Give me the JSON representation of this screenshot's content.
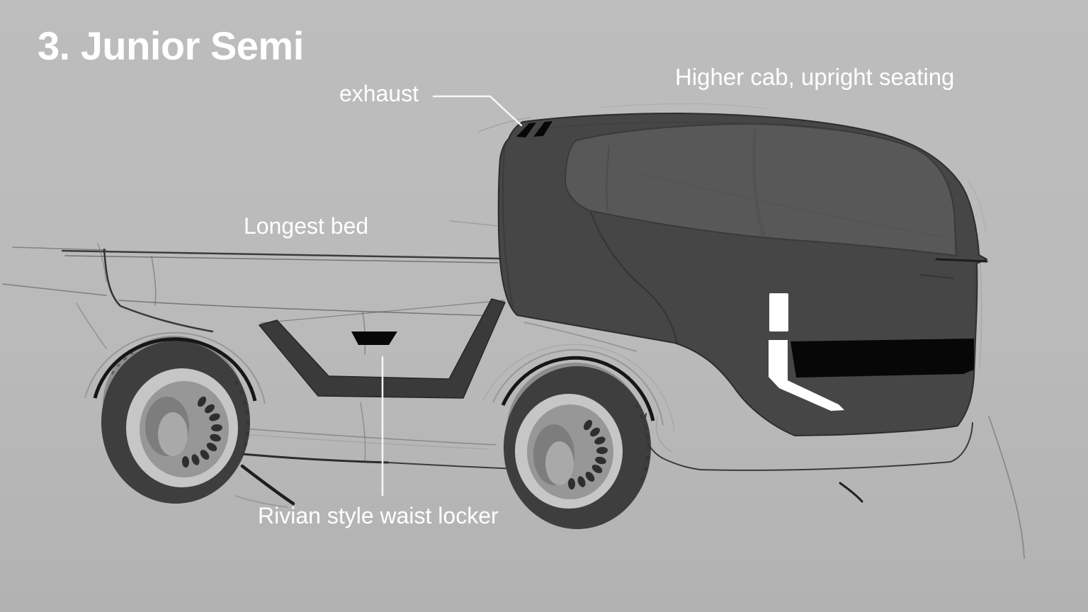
{
  "title": "3. Junior Semi",
  "labels": {
    "exhaust": "exhaust",
    "higher_cab": "Higher cab, upright seating",
    "longest_bed": "Longest bed",
    "waist_locker": "Rivian style waist locker"
  },
  "colors": {
    "background_top": "#bdbdbd",
    "background_bottom": "#b2b2b2",
    "cab_body": "#464646",
    "cab_window": "#585858",
    "accent_black": "#070707",
    "highlight_white": "#ffffff",
    "annotation_text": "#ffffff",
    "leader_line": "#f8f8f8"
  }
}
